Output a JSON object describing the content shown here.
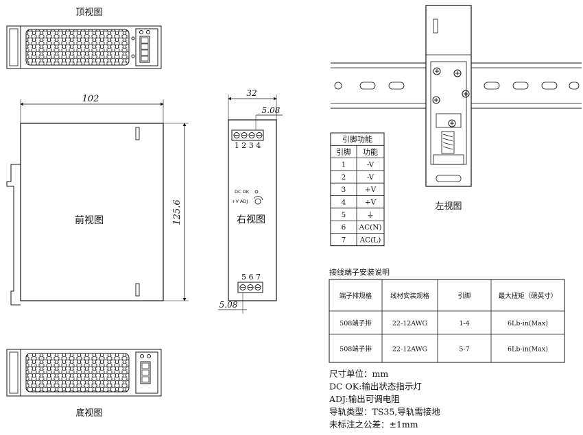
{
  "views": {
    "top": "顶视图",
    "front": "前视图",
    "right": "右视图",
    "left": "左视图",
    "bottom": "底视图"
  },
  "dims": {
    "width": "102",
    "height": "125.6",
    "depth": "32",
    "pitch_top": "5.08",
    "pitch_bottom": "5.08"
  },
  "right_view": {
    "pins_top": "1 2 3 4",
    "pins_bottom": "5 6 7",
    "dc_ok": "DC OK",
    "v_adj": "+V ADJ"
  },
  "pin_table": {
    "title": "引脚功能",
    "headers": [
      "引脚",
      "功能"
    ],
    "rows": [
      [
        "1",
        "-V"
      ],
      [
        "2",
        "-V"
      ],
      [
        "3",
        "+V"
      ],
      [
        "4",
        "+V"
      ],
      [
        "5",
        "⏚"
      ],
      [
        "6",
        "AC(N)"
      ],
      [
        "7",
        "AC(L)"
      ]
    ]
  },
  "terminal_table": {
    "title": "接线端子安装说明",
    "headers": [
      "端子排规格",
      "线材安装规格",
      "引脚",
      "最大扭矩（磅英寸）"
    ],
    "rows": [
      [
        "508端子排",
        "22-12AWG",
        "1-4",
        "6Lb-in(Max)"
      ],
      [
        "508端子排",
        "22-12AWG",
        "5-7",
        "6Lb-in(Max)"
      ]
    ]
  },
  "notes": [
    "尺寸单位：mm",
    "DC OK:输出状态指示灯",
    "ADJ:输出可调电阻",
    "导轨类型：TS35,导轨需接地",
    "未标注之公差：±1mm"
  ]
}
